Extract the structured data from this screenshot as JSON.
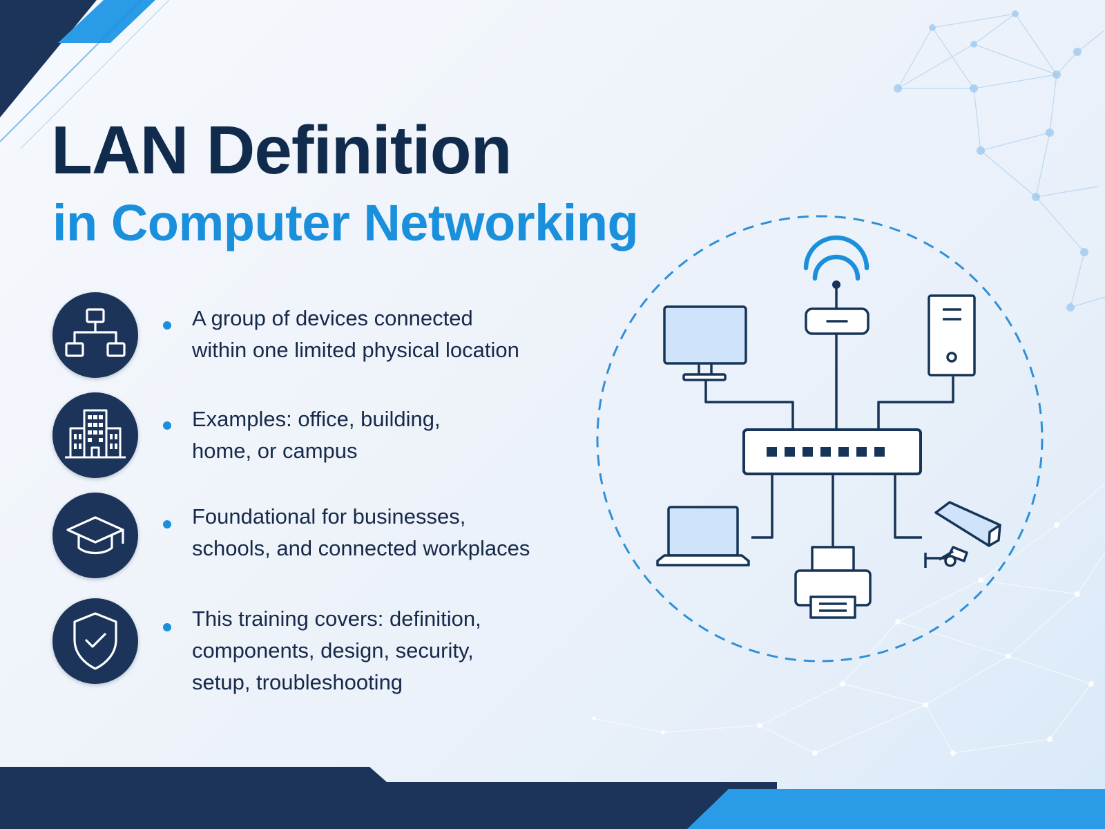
{
  "title": {
    "main": "LAN Definition",
    "sub": "in Computer Networking"
  },
  "bullets": [
    {
      "icon": "hierarchy-icon",
      "lines": [
        "A group of devices connected",
        "within one limited physical location"
      ]
    },
    {
      "icon": "building-icon",
      "lines": [
        "Examples: office, building,",
        "home, or campus"
      ]
    },
    {
      "icon": "graduation-cap-icon",
      "lines": [
        "Foundational for businesses,",
        "schools, and connected workplaces"
      ]
    },
    {
      "icon": "shield-check-icon",
      "lines": [
        "This training covers: definition,",
        "components, design, security,",
        "setup, troubleshooting"
      ]
    }
  ],
  "diagram": {
    "devices": [
      "monitor-icon",
      "wifi-router-icon",
      "server-tower-icon",
      "network-switch-icon",
      "laptop-icon",
      "printer-icon",
      "security-camera-icon"
    ]
  },
  "colors": {
    "navy": "#112b4d",
    "accent_blue": "#1a8fdc",
    "icon_circle": "#1c3459",
    "device_fill": "#cfe3fa",
    "line": "#163457"
  }
}
